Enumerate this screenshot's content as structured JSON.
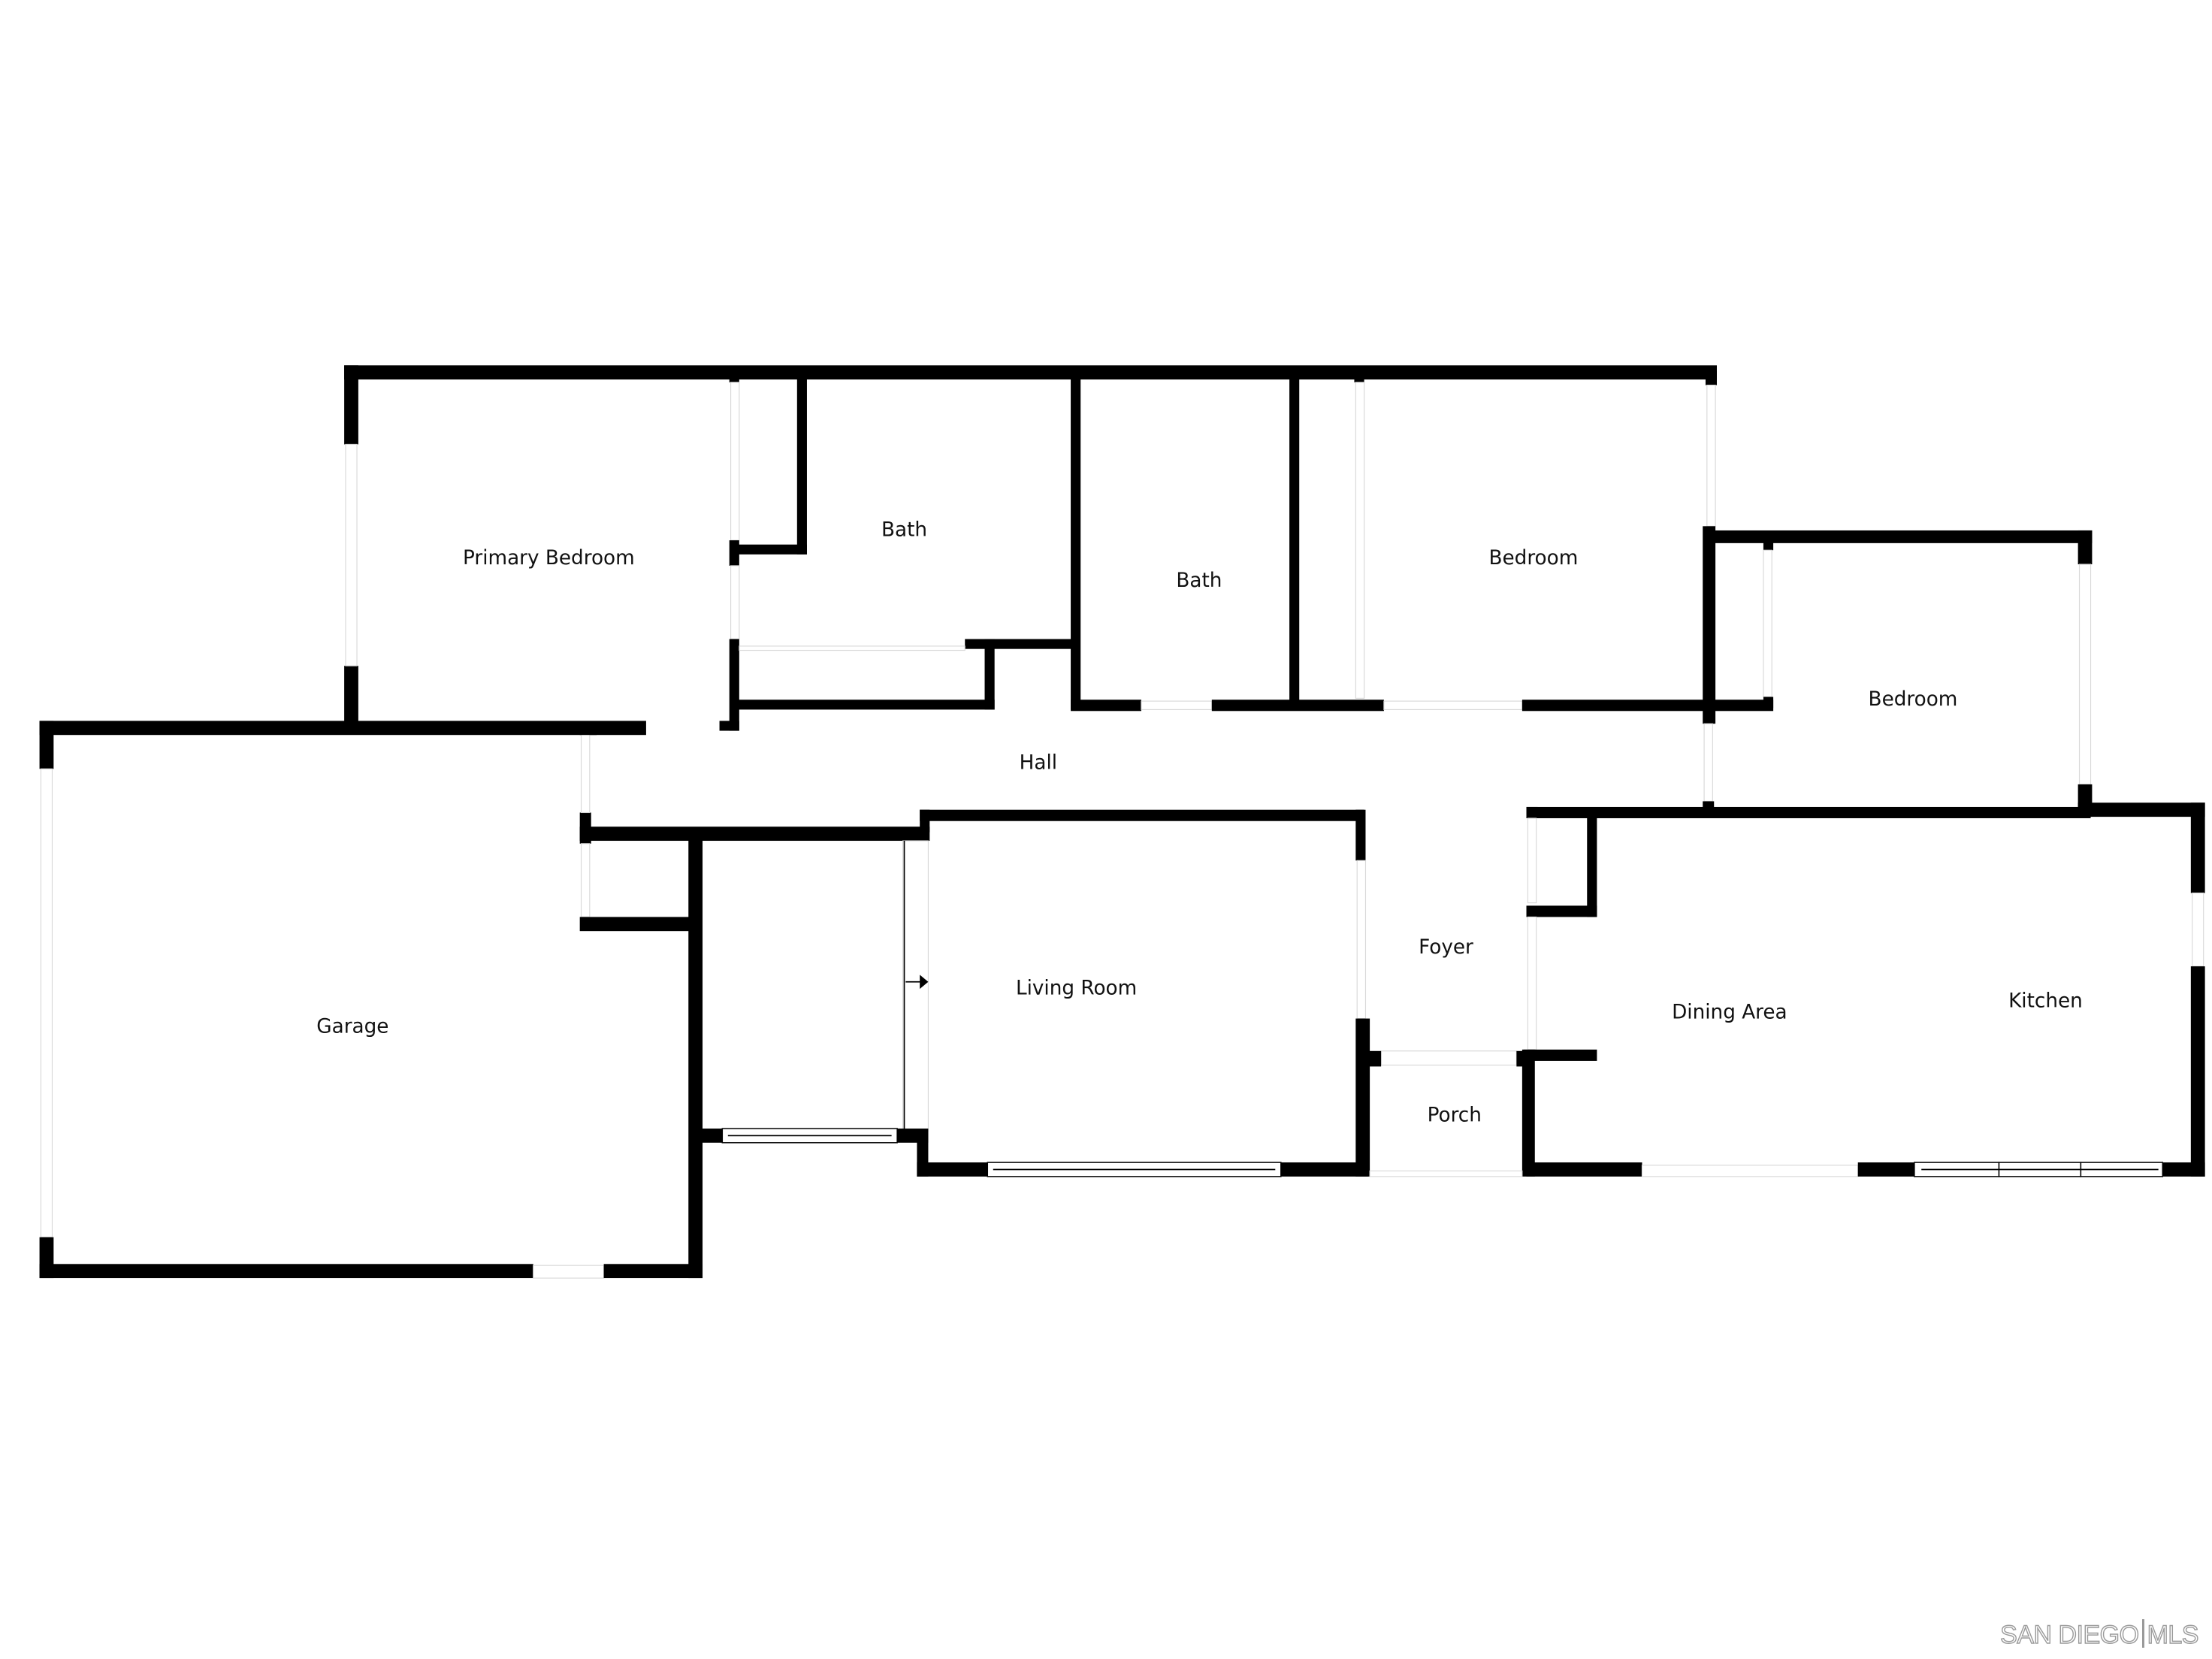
{
  "floor_plan": {
    "rooms": {
      "primary_bedroom": "Primary Bedroom",
      "bath_1": "Bath",
      "bath_2": "Bath",
      "bedroom_1": "Bedroom",
      "bedroom_2": "Bedroom",
      "hall": "Hall",
      "garage": "Garage",
      "living_room": "Living Room",
      "foyer": "Foyer",
      "porch": "Porch",
      "dining_area": "Dining Area",
      "kitchen": "Kitchen"
    },
    "colors": {
      "wall": "#000000",
      "background": "#ffffff",
      "watermark": "#9a9a9a"
    }
  },
  "watermark": {
    "left": "SAN DIEGO",
    "right": "MLS"
  }
}
